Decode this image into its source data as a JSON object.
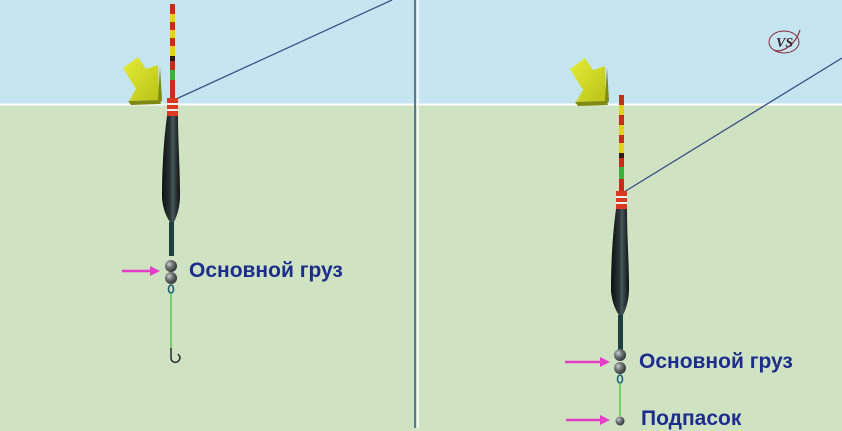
{
  "panels": {
    "left": {
      "weight_label": "Основной груз"
    },
    "right": {
      "weight_label": "Основной груз",
      "dropper_label": "Подпасок"
    }
  },
  "logo": {
    "text": "VS"
  },
  "colors": {
    "sky": "#c5e6f0",
    "water": "#cfe3c3",
    "arrow_yellow": "#d2dc1c",
    "pointer_magenta": "#e63dc8",
    "label_blue": "#1c2d8c"
  }
}
